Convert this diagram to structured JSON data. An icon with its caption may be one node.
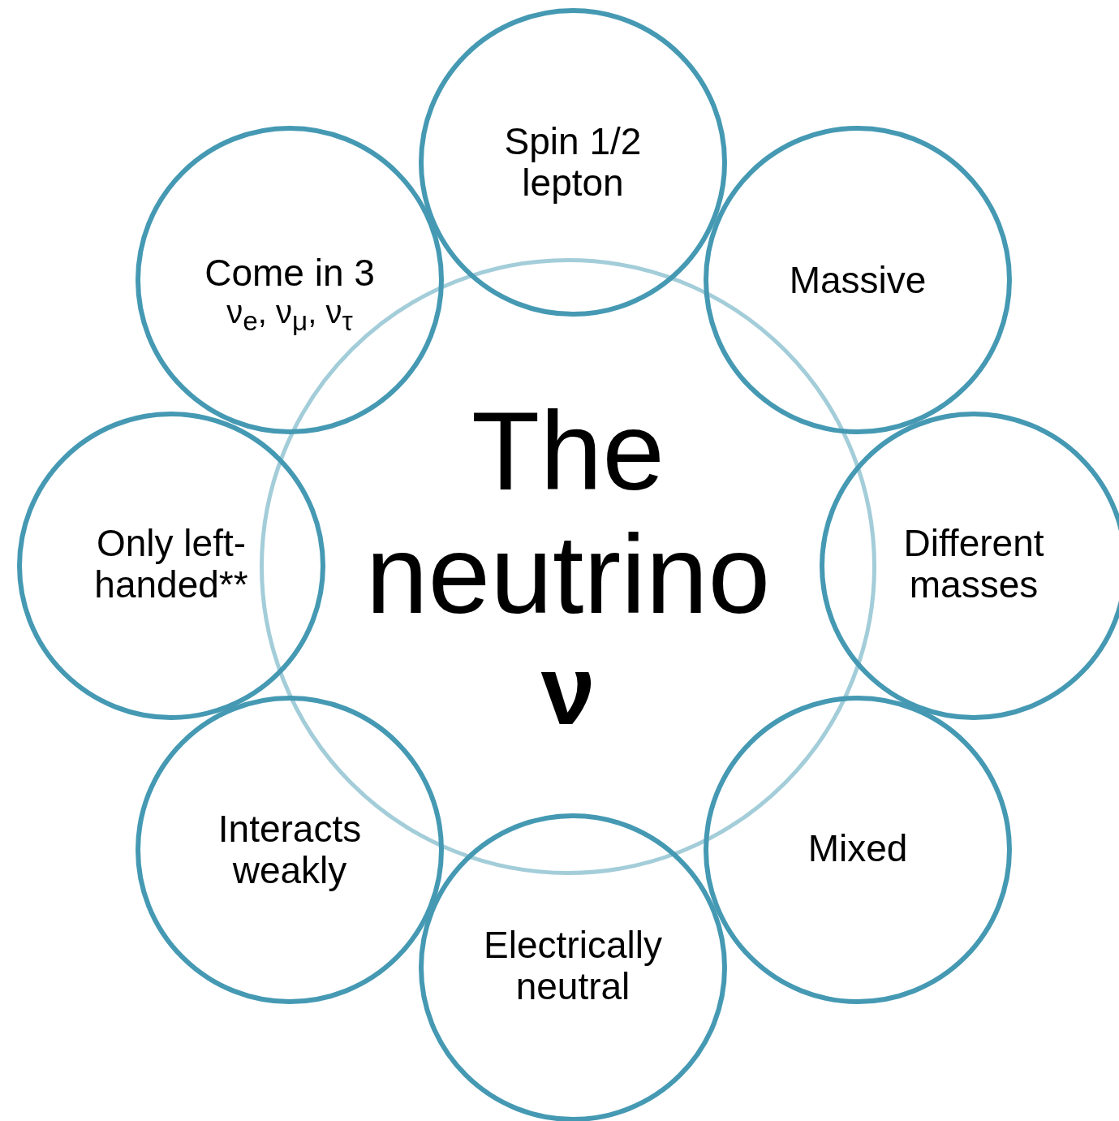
{
  "diagram": {
    "nodes": [
      {
        "text": [
          "The neutrino",
          "ν"
        ]
      },
      {
        "text": [
          "Spin 1/2 lepton"
        ]
      },
      {
        "text": [
          "Massive"
        ]
      },
      {
        "text": [
          "Different masses"
        ]
      },
      {
        "text": [
          "Mixed"
        ]
      },
      {
        "text": [
          "Electrically neutral"
        ]
      },
      {
        "text": [
          "Interacts weakly"
        ]
      },
      {
        "text": [
          "Only left-handed**"
        ]
      },
      {
        "text": [
          "Come in 3",
          "ν$_{e}$, ν$_{μ}$, ν$_{τ}$"
        ]
      }
    ],
    "edges": []
  }
}
